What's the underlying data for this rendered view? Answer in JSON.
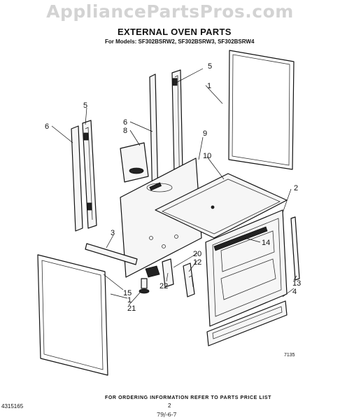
{
  "watermark": "AppliancePartsPros.com",
  "title": "EXTERNAL OVEN PARTS",
  "models": "For Models: SF302BSRW2, SF302BSRW3, SF302BSRW4",
  "footer_note": "FOR ORDERING INFORMATION REFER TO PARTS PRICE LIST",
  "document_number": "4315165",
  "page_number": "2",
  "date": "79/-6-7",
  "drawing_ref": "7135",
  "callouts": {
    "c1_top": "1",
    "c1_bottom": "1",
    "c2": "2",
    "c3": "3",
    "c4": "4",
    "c5_right": "5",
    "c5_left": "5",
    "c6_left": "6",
    "c6_center": "6",
    "c8": "8",
    "c9": "9",
    "c10": "10",
    "c12": "12",
    "c13": "13",
    "c14": "14",
    "c15": "15",
    "c20": "20",
    "c21": "21",
    "c22": "22"
  }
}
